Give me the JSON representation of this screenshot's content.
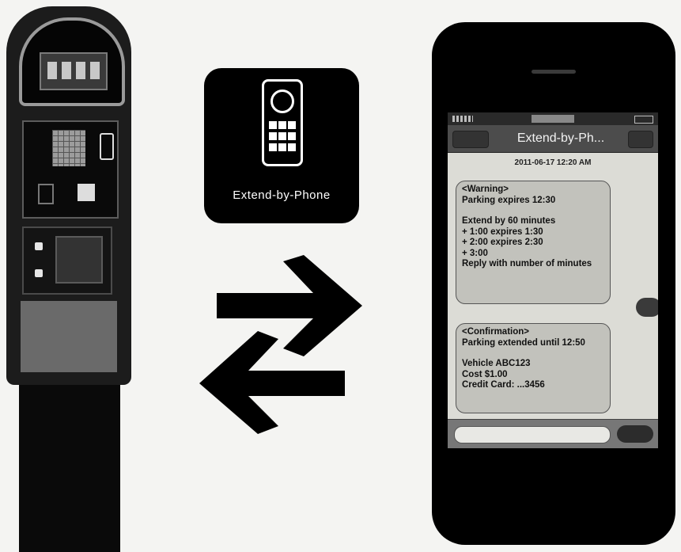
{
  "app_icon": {
    "label": "Extend-by-Phone"
  },
  "phone": {
    "nav_title": "Extend-by-Ph...",
    "timestamp": "2011-06-17 12:20 AM",
    "messages": [
      {
        "lines": [
          "<Warning>",
          "Parking expires 12:30",
          "",
          "Extend by 60 minutes",
          "+ 1:00 expires 1:30",
          "+ 2:00 expires 2:30",
          "+ 3:00",
          "Reply with number of minutes"
        ]
      },
      {
        "lines": [
          "<Confirmation>",
          "Parking extended until 12:50",
          "",
          "Vehicle ABC123",
          "Cost $1.00",
          "Credit Card: ...3456"
        ]
      }
    ]
  },
  "colors": {
    "meter_body": "#1c1c1c",
    "icon_background": "#000000",
    "bubble": "#c2c2bc",
    "phone_body": "#000000"
  },
  "icons": [
    "parking-meter",
    "mobile-phone-icon",
    "exchange-arrows-icon",
    "smartphone"
  ]
}
